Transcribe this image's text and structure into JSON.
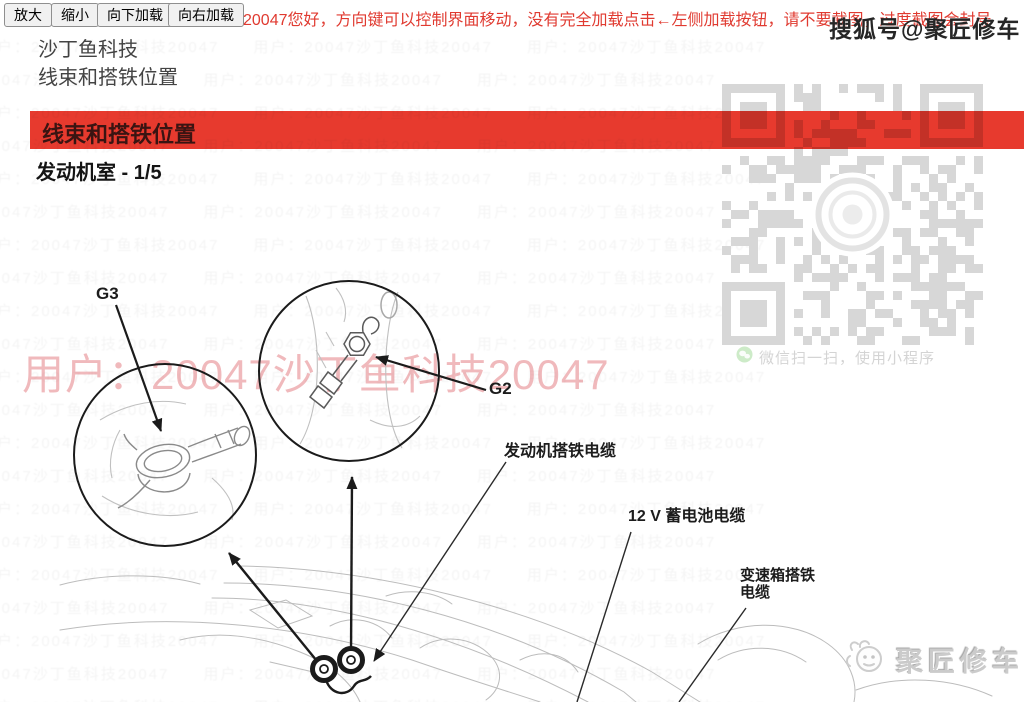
{
  "toolbar": {
    "buttons": [
      {
        "label": "放大"
      },
      {
        "label": "缩小"
      },
      {
        "label": "向下加载"
      },
      {
        "label": "向右加载"
      }
    ],
    "notice": "20047您好，方向键可以控制界面移动，没有完全加载点击←左侧加载按钮，请不要截图，过度截图会封号"
  },
  "overlay": {
    "sohu_watermark": "搜狐号@聚匠修车",
    "user_watermark": "用户：20047沙丁鱼科技20047",
    "brand_watermark": "聚匠修车"
  },
  "document": {
    "vendor": "沙丁鱼科技",
    "title": "线束和搭铁位置",
    "banner": "线束和搭铁位置",
    "section": "发动机室 - 1/5"
  },
  "diagram": {
    "labels": [
      {
        "id": "g3",
        "text": "G3"
      },
      {
        "id": "g2",
        "text": "G2"
      },
      {
        "id": "engine-ground-cable",
        "text": "发动机搭铁电缆"
      },
      {
        "id": "battery-cable",
        "text": "12 V 蓄电池电缆"
      },
      {
        "id": "transmission-ground-cable",
        "text": "变速箱搭铁电缆"
      }
    ]
  },
  "qr": {
    "caption": "微信扫一扫，使用小程序"
  },
  "colors": {
    "banner_red": "#e73a2e",
    "notice_red": "#e03a30",
    "watermark_pink": "rgba(219,88,95,0.42)",
    "qr_gray": "#d7d7d7"
  }
}
